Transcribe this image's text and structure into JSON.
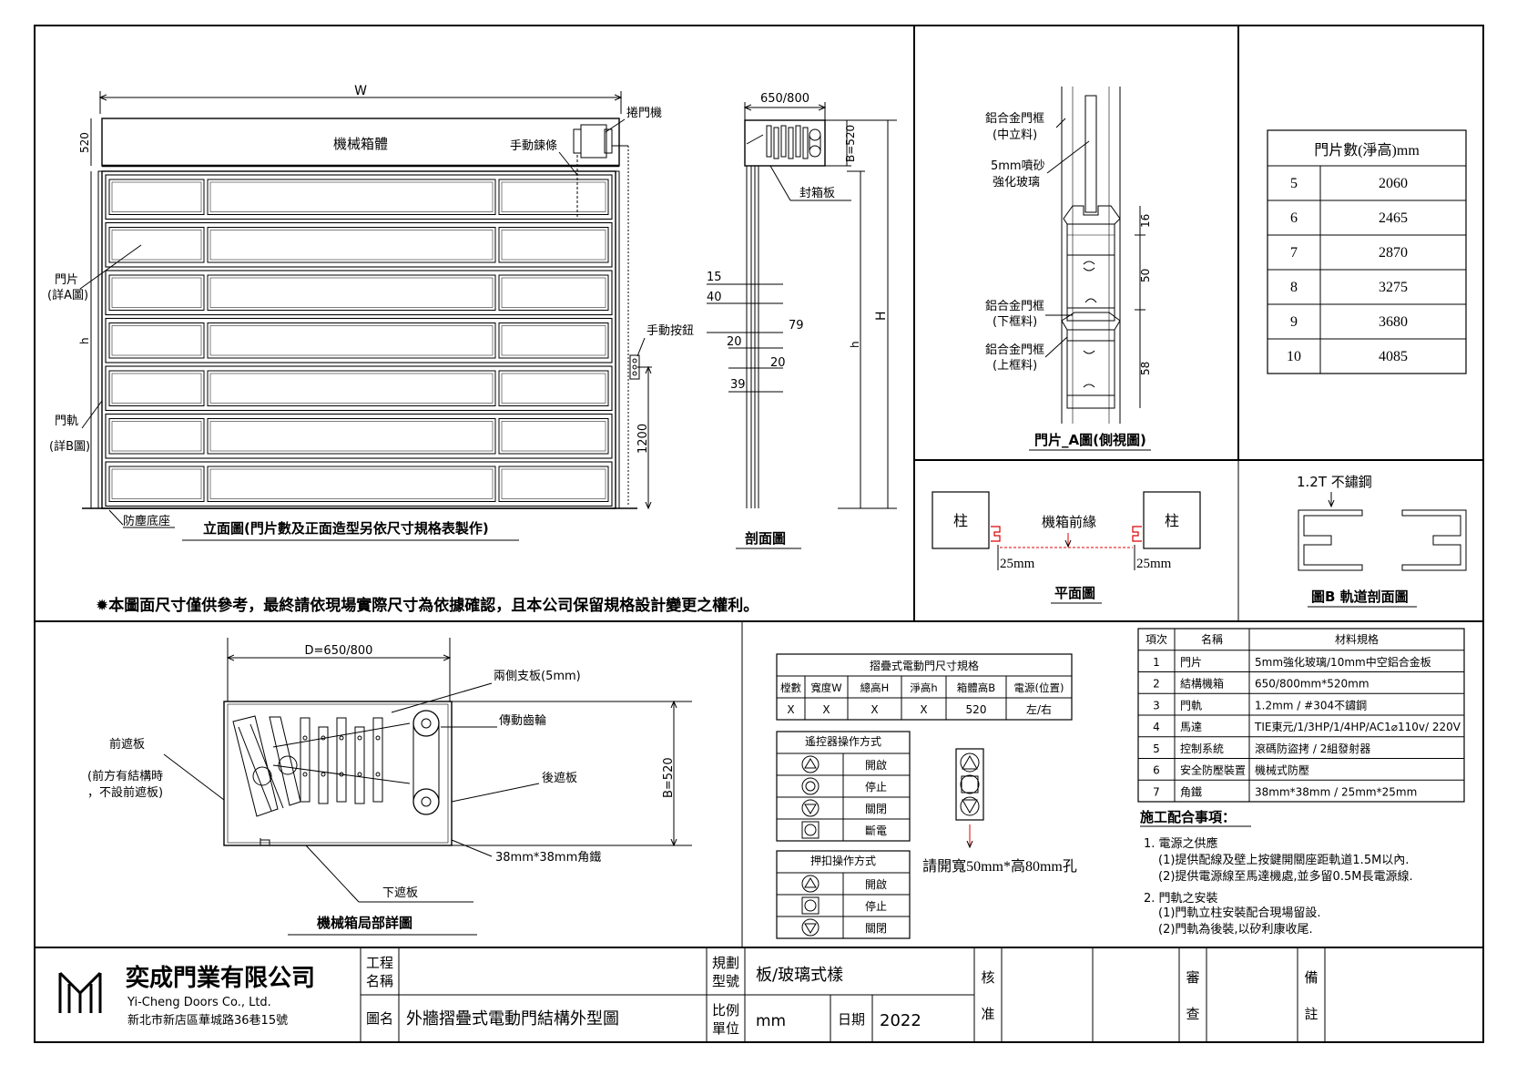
{
  "elevation": {
    "dim_w": "W",
    "dim_520": "520",
    "dim_h": "h",
    "dim_1200": "1200",
    "label_box": "機械箱體",
    "label_motor": "捲門機",
    "label_chain": "手動鍊條",
    "label_button": "手動按鈕",
    "label_panel": "門片",
    "label_panel_sub": "(詳A圖)",
    "label_rail": "門軌",
    "label_rail_sub": "(詳B圖)",
    "label_base": "防塵底座",
    "caption": "立面圖(門片數及正面造型另依尺寸規格表製作)",
    "disclaimer": "✹本圖面尺寸僅供參考，最終請依現場實際尺寸為依據確認，且本公司保留規格設計變更之權利。"
  },
  "section": {
    "dim_top": "650/800",
    "dim_b": "B=520",
    "dim_H": "H",
    "dim_h": "h",
    "label_cover": "封箱板",
    "dims": [
      "15",
      "40",
      "79",
      "20",
      "20",
      "39"
    ],
    "caption": "剖面圖"
  },
  "panel_a": {
    "label_frame_mid": "鋁合金門框",
    "label_frame_mid_sub": "(中立料)",
    "label_glass": "5mm噴砂",
    "label_glass_sub": "強化玻璃",
    "label_frame_low": "鋁合金門框",
    "label_frame_low_sub": "(下框料)",
    "label_frame_up": "鋁合金門框",
    "label_frame_up_sub": "(上框料)",
    "dims": [
      "16",
      "50",
      "58"
    ],
    "caption": "門片_A圖(側視圖)"
  },
  "count_table": {
    "header": "門片數(淨高)mm",
    "rows": [
      [
        "5",
        "2060"
      ],
      [
        "6",
        "2465"
      ],
      [
        "7",
        "2870"
      ],
      [
        "8",
        "3275"
      ],
      [
        "9",
        "3680"
      ],
      [
        "10",
        "4085"
      ]
    ]
  },
  "plan": {
    "pillar_left": "柱",
    "pillar_right": "柱",
    "box_front": "機箱前緣",
    "dim_left": "25mm",
    "dim_right": "25mm",
    "caption": "平面圖"
  },
  "rail_b": {
    "label_material": "1.2T 不鏽鋼",
    "caption": "圖B 軌道剖面圖"
  },
  "box_detail": {
    "dim_d": "D=650/800",
    "dim_b": "B=520",
    "label_side": "兩側支板(5mm)",
    "label_gear": "傳動齒輪",
    "label_front": "前遮板",
    "label_front_note1": "(前方有結構時",
    "label_front_note2": "，不設前遮板)",
    "label_rear": "後遮板",
    "label_angle": "38mm*38mm角鐵",
    "label_bottom": "下遮板",
    "caption": "機械箱局部詳圖"
  },
  "spec_table": {
    "title": "摺疊式電動門尺寸規格",
    "headers": [
      "樘數",
      "寬度W",
      "總高H",
      "淨高h",
      "箱體高B",
      "電源(位置)"
    ],
    "values": [
      "X",
      "X",
      "X",
      "X",
      "520",
      "左/右"
    ]
  },
  "remote_ops": {
    "title": "遙控器操作方式",
    "rows": [
      {
        "icon": "up-triangle-icon",
        "label": "開啟"
      },
      {
        "icon": "stop-circle-icon",
        "label": "停止"
      },
      {
        "icon": "down-triangle-icon",
        "label": "關閉"
      },
      {
        "icon": "square-power-icon",
        "label": "斷電"
      }
    ]
  },
  "push_ops": {
    "title": "押扣操作方式",
    "rows": [
      {
        "icon": "up-triangle-icon",
        "label": "開啟"
      },
      {
        "icon": "square-stop-icon",
        "label": "停止"
      },
      {
        "icon": "down-triangle-icon",
        "label": "關閉"
      }
    ]
  },
  "hole_note": "請開寬50mm*高80mm孔",
  "materials": {
    "headers": [
      "項次",
      "名稱",
      "材料規格"
    ],
    "rows": [
      [
        "1",
        "門片",
        "5mm強化玻璃/10mm中空鋁合金板"
      ],
      [
        "2",
        "結構機箱",
        "650/800mm*520mm"
      ],
      [
        "3",
        "門軌",
        "1.2mm / #304不鏽鋼"
      ],
      [
        "4",
        "馬達",
        "TIE東元/1/3HP/1/4HP/AC1⌀110v/ 220V"
      ],
      [
        "5",
        "控制系統",
        "滾碼防盜拷 / 2組發射器"
      ],
      [
        "6",
        "安全防壓裝置",
        "機械式防壓"
      ],
      [
        "7",
        "角鐵",
        "38mm*38mm / 25mm*25mm"
      ]
    ]
  },
  "notes": {
    "title": "施工配合事項：",
    "lines": [
      "1. 電源之供應",
      "(1)提供配線及壁上按鍵開關座距軌道1.5M以內.",
      "(2)提供電源線至馬達機處,並多留0.5M長電源線.",
      "2. 門軌之安裝",
      "(1)門軌立柱安裝配合現場留設.",
      "(2)門軌為後裝,以矽利康收尾."
    ]
  },
  "title_block": {
    "company": "奕成門業有限公司",
    "company_en": "Yi-Cheng Doors Co., Ltd.",
    "address": "新北市新店區華城路36巷15號",
    "project_l1": "工程",
    "project_l2": "名稱",
    "project_value": "",
    "drawing_label": "圖名",
    "drawing_name": "外牆摺疊式電動門結構外型圖",
    "model_l1": "規劃",
    "model_l2": "型號",
    "model_value": "板/玻璃式樣",
    "scale_l1": "比例",
    "scale_l2": "單位",
    "scale_value": "mm",
    "date_label": "日期",
    "date_value": "2022",
    "approve_l1": "核",
    "approve_l2": "准",
    "review_l1": "審",
    "review_l2": "查",
    "remark_l1": "備",
    "remark_l2": "註"
  }
}
